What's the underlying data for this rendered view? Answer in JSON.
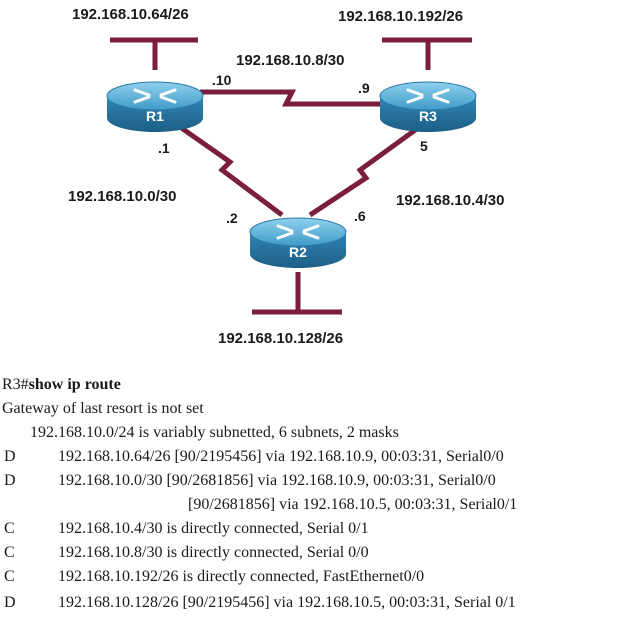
{
  "networks": {
    "r1_lan": "192.168.10.64/26",
    "r3_lan": "192.168.10.192/26",
    "r1_r3": "192.168.10.8/30",
    "r1_r2": "192.168.10.0/30",
    "r3_r2": "192.168.10.4/30",
    "r2_lan": "192.168.10.128/26"
  },
  "interfaces": {
    "r1_to_r3": ".10",
    "r3_to_r1": ".9",
    "r1_to_r2": ".1",
    "r3_to_r2": "5",
    "r2_to_r1": ".2",
    "r2_to_r3": ".6"
  },
  "routers": {
    "r1": "R1",
    "r2": "R2",
    "r3": "R3"
  },
  "colors": {
    "serial_link": "#7a1e3c",
    "lan_bar": "#7a1e3c",
    "router_body": "#3a8fb8"
  },
  "terminal": {
    "prompt": "R3#",
    "command": "show ip route",
    "gateway": "Gateway of last resort is not set",
    "summary": "192.168.10.0/24 is variably subnetted, 6 subnets, 2 masks",
    "routes": [
      {
        "code": "D",
        "text": "192.168.10.64/26 [90/2195456] via 192.168.10.9, 00:03:31, Serial0/0"
      },
      {
        "code": "D",
        "text": "192.168.10.0/30 [90/2681856] via 192.168.10.9, 00:03:31, Serial0/0"
      },
      {
        "code": "",
        "text": "[90/2681856] via 192.168.10.5, 00:03:31, Serial0/1"
      },
      {
        "code": "C",
        "text": "192.168.10.4/30 is directly connected, Serial 0/1"
      },
      {
        "code": "C",
        "text": "192.168.10.8/30 is directly connected, Serial 0/0"
      },
      {
        "code": "C",
        "text": "192.168.10.192/26 is directly connected, FastEthernet0/0"
      },
      {
        "code": "D",
        "text": "192.168.10.128/26 [90/2195456] via 192.168.10.5, 00:03:31, Serial 0/1"
      }
    ]
  }
}
